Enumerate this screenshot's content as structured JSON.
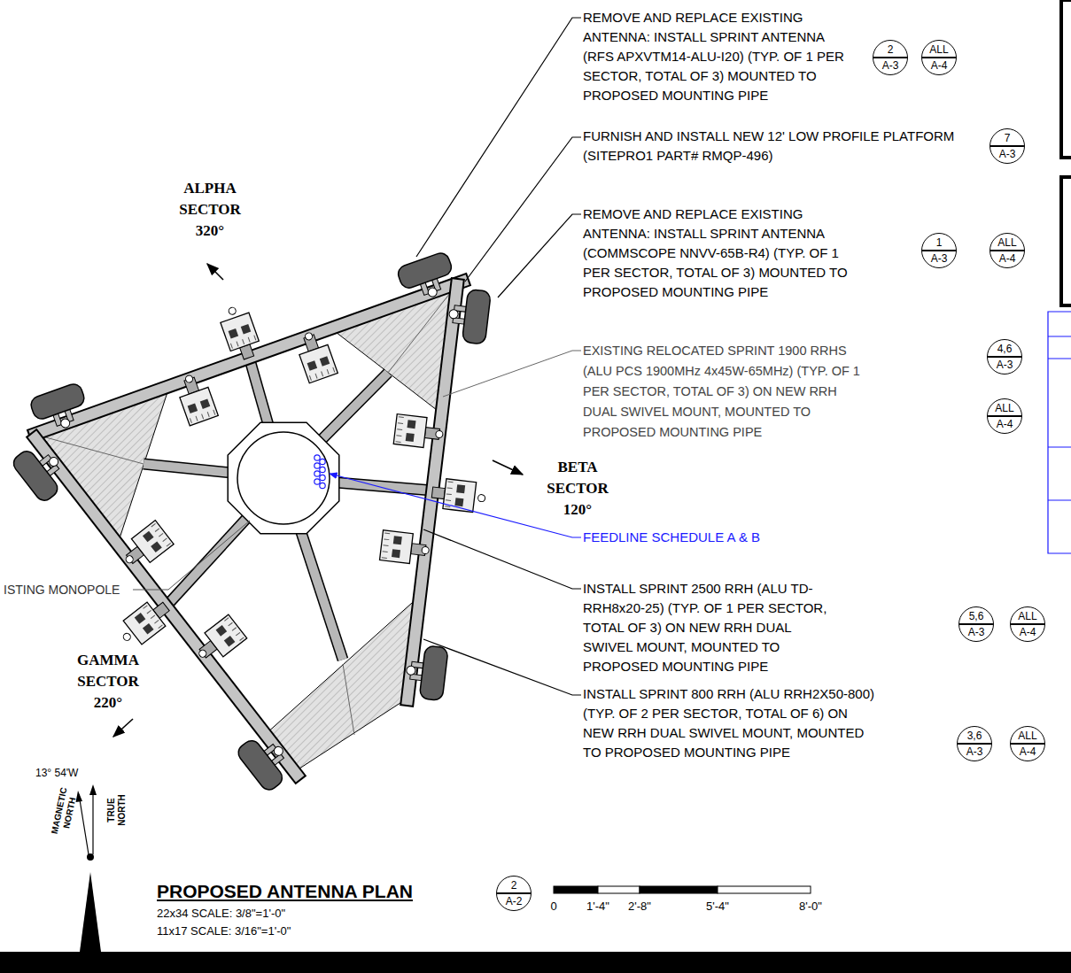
{
  "diagram": {
    "title": "PROPOSED ANTENNA PLAN",
    "nodes": [
      {
        "text": [
          "2",
          "A-3"
        ]
      },
      {
        "text": [
          "ALL",
          "A-4"
        ]
      },
      {
        "text": [
          "7",
          "A-3"
        ]
      },
      {
        "text": [
          "1",
          "A-3"
        ]
      },
      {
        "text": [
          "ALL",
          "A-4"
        ]
      },
      {
        "text": [
          "4,6",
          "A-3"
        ]
      },
      {
        "text": [
          "ALL",
          "A-4"
        ]
      },
      {
        "text": [
          "5,6",
          "A-3"
        ]
      },
      {
        "text": [
          "ALL",
          "A-4"
        ]
      },
      {
        "text": [
          "3,6",
          "A-3"
        ]
      },
      {
        "text": [
          "ALL",
          "A-4"
        ]
      },
      {
        "text": [
          "2",
          "A-2"
        ]
      }
    ],
    "labels": [
      "REMOVE AND REPLACE EXISTING ANTENNA: INSTALL SPRINT ANTENNA (RFS APXVTM14-ALU-I20) (TYP. OF 1 PER SECTOR, TOTAL OF 3) MOUNTED TO PROPOSED MOUNTING PIPE",
      "FURNISH AND INSTALL NEW 12' LOW PROFILE PLATFORM (SITEPRO1 PART# RMQP-496)",
      "REMOVE AND REPLACE EXISTING ANTENNA: INSTALL SPRINT ANTENNA (COMMSCOPE NNVV-65B-R4) (TYP. OF 1 PER SECTOR, TOTAL OF 3) MOUNTED TO PROPOSED MOUNTING PIPE",
      "ALPHA SECTOR 320°",
      "EXISTING RELOCATED SPRINT 1900 RRHS (ALU PCS 1900MHz 4x45W-65MHz) (TYP. OF 1 PER SECTOR, TOTAL OF 3) ON NEW RRH DUAL SWIVEL MOUNT, MOUNTED TO PROPOSED MOUNTING PIPE",
      "BETA SECTOR 120°",
      "FEEDLINE SCHEDULE A & B",
      "ISTING MONOPOLE",
      "GAMMA SECTOR 220°",
      "INSTALL SPRINT 2500 RRH (ALU TD-RRH8x20-25) (TYP. OF 1 PER SECTOR, TOTAL OF 3) ON NEW RRH DUAL SWIVEL MOUNT, MOUNTED TO PROPOSED MOUNTING PIPE",
      "INSTALL SPRINT 800 RRH (ALU RRH2X50-800) (TYP. OF 2 PER SECTOR, TOTAL OF 6) ON NEW RRH DUAL SWIVEL MOUNT, MOUNTED TO PROPOSED MOUNTING PIPE",
      "13° 54'W",
      "MAGNETIC NORTH",
      "TRUE NORTH",
      "22x34 SCALE: 3/8\"=1'-0\"",
      "11x17 SCALE: 3/16\"=1'-0\"",
      "0",
      "1'-4\"",
      "2'-8\"",
      "5'-4\"",
      "8'-0\""
    ]
  }
}
